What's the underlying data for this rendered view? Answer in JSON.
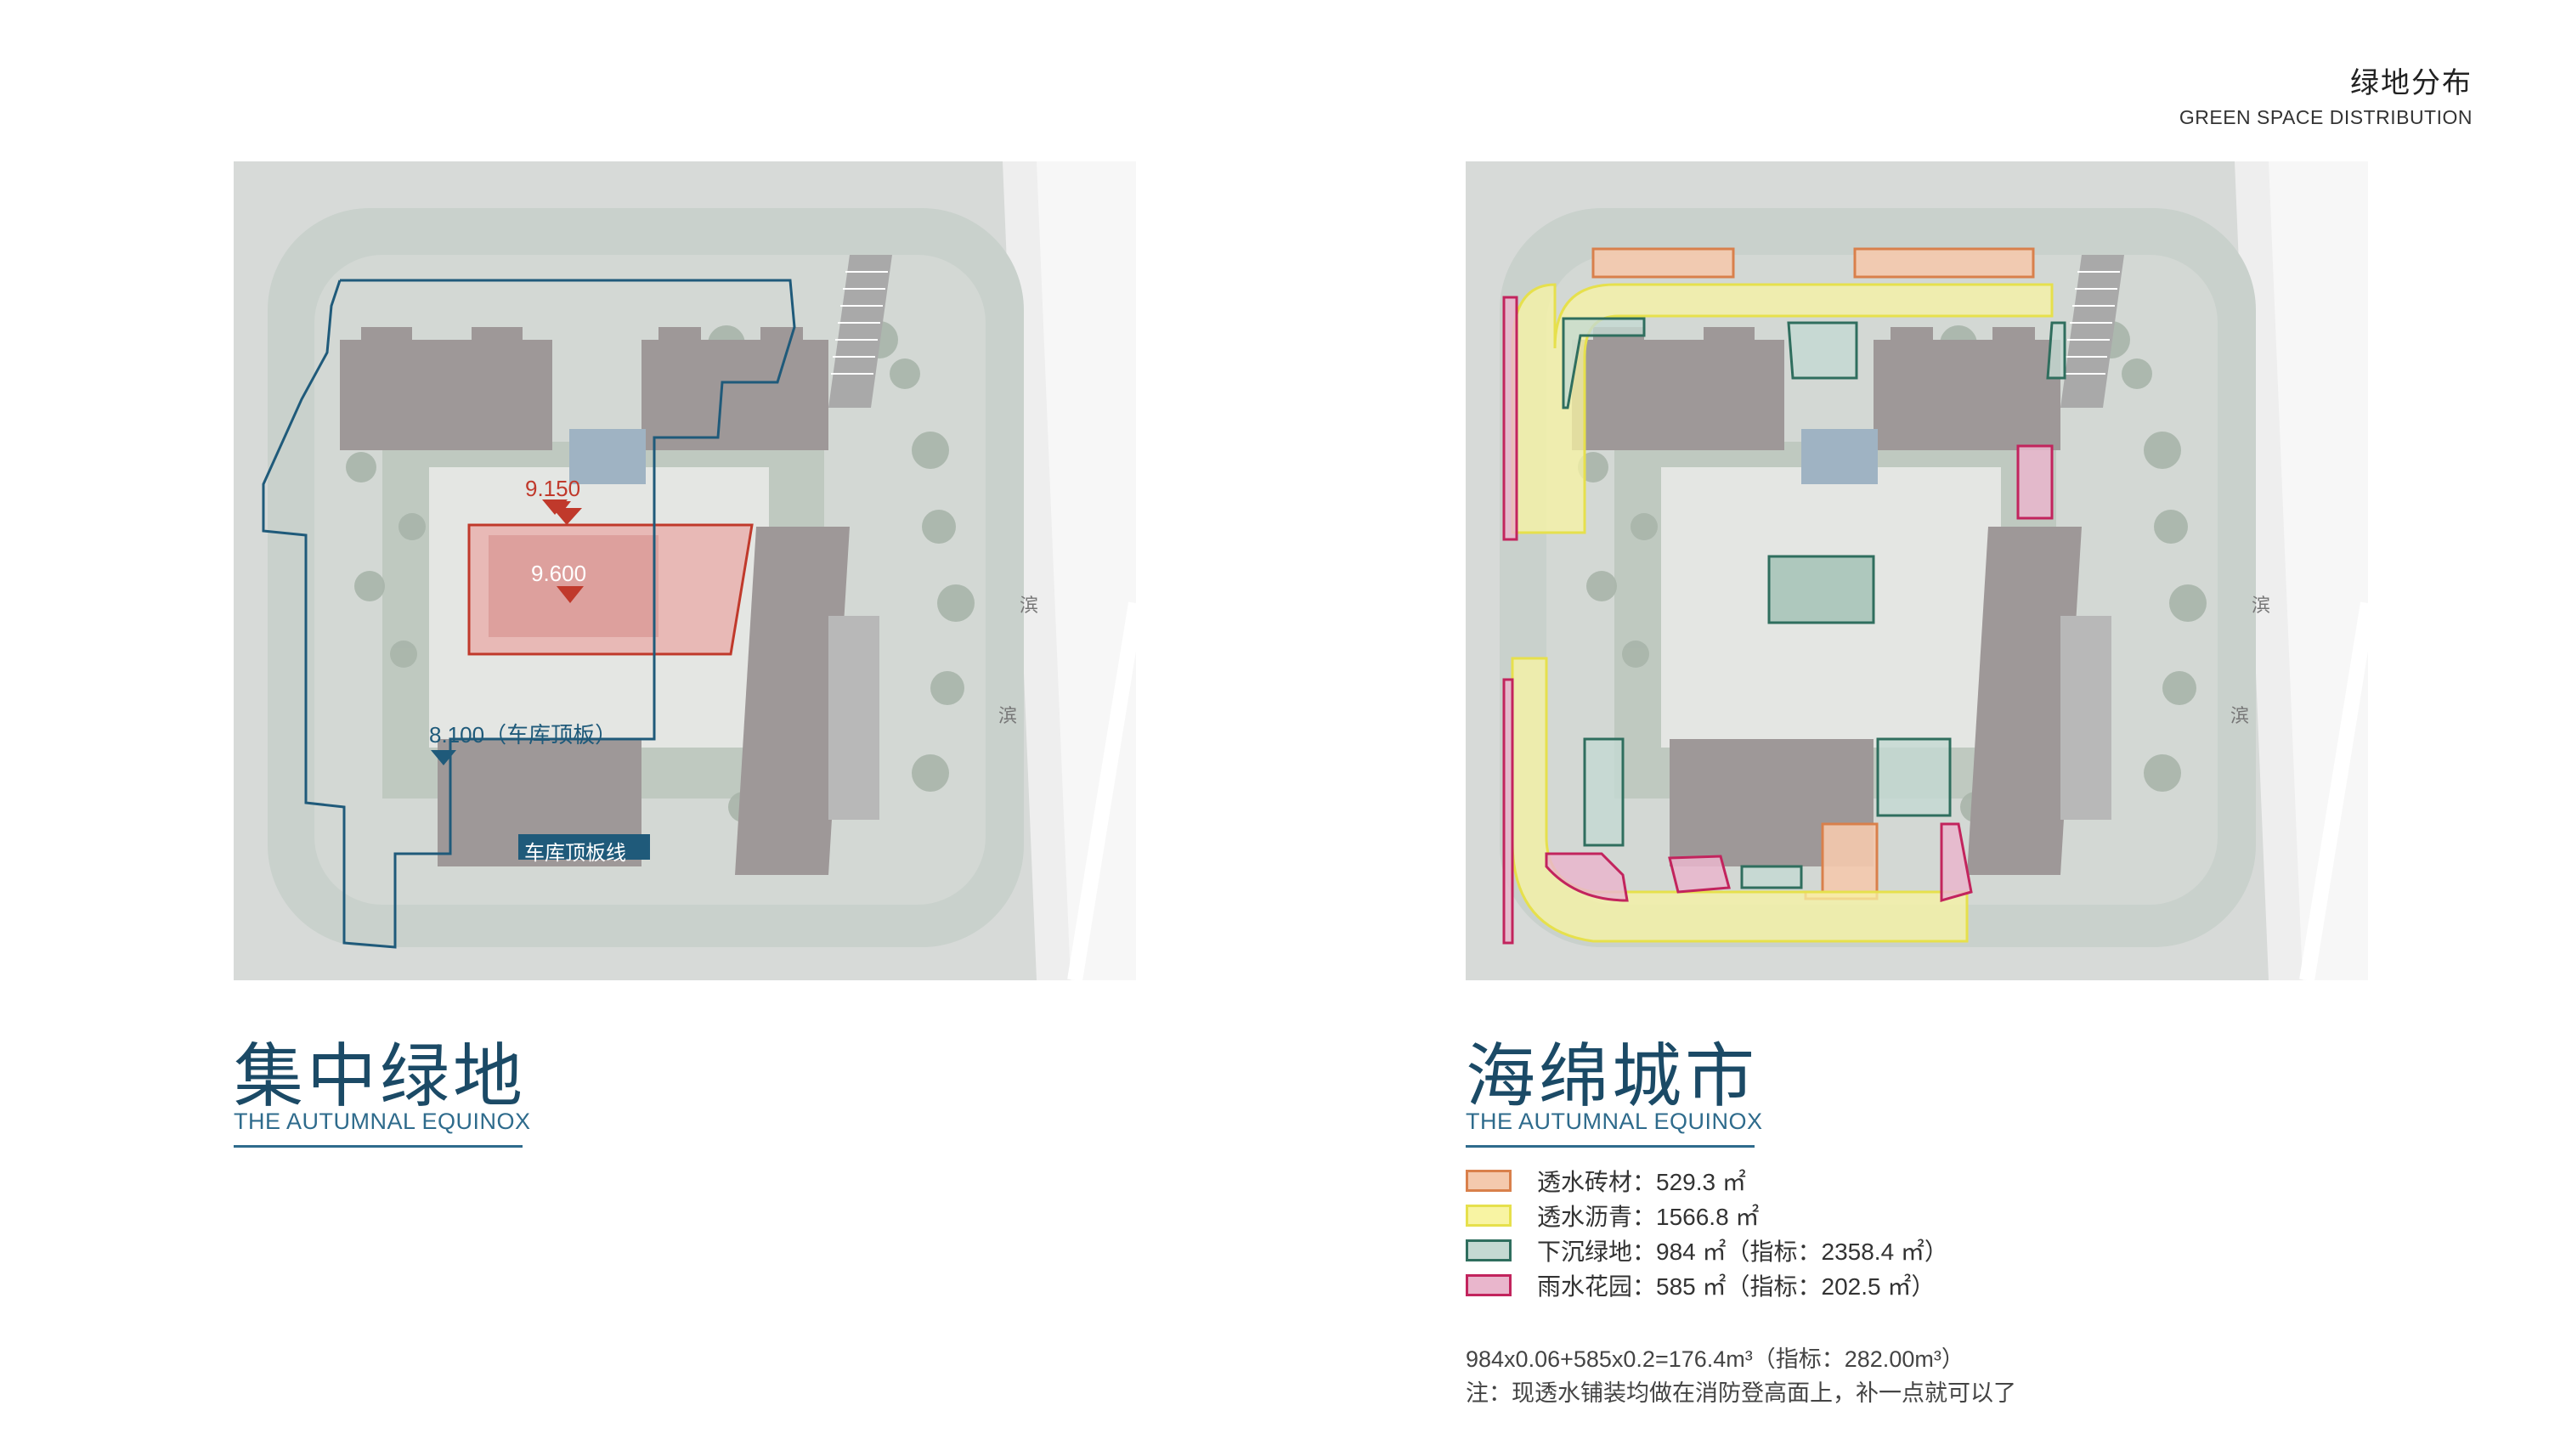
{
  "header": {
    "title_cn": "绿地分布",
    "title_en": "GREEN SPACE DISTRIBUTION"
  },
  "left_panel": {
    "title_cn": "集中绿地",
    "title_en": "THE AUTUMNAL EQUINOX",
    "elevation_1": "9.150",
    "elevation_2": "9.600",
    "elevation_3": "8.100（车库顶板）",
    "garage_line_label": "车库顶板线",
    "road_char": "滨"
  },
  "right_panel": {
    "title_cn": "海绵城市",
    "title_en": "THE AUTUMNAL EQUINOX",
    "road_char": "滨",
    "legend": [
      {
        "label": "透水砖材：529.3 ㎡",
        "fill": "#f4c9ad",
        "stroke": "#d9804b"
      },
      {
        "label": "透水沥青：1566.8 ㎡",
        "fill": "#f8f4a3",
        "stroke": "#e6e04c"
      },
      {
        "label": "下沉绿地：984 ㎡（指标：2358.4 ㎡）",
        "fill": "#c4d9d2",
        "stroke": "#2f6e5e"
      },
      {
        "label": "雨水花园：585 ㎡（指标：202.5 ㎡）",
        "fill": "#e9b6cc",
        "stroke": "#c2245d"
      }
    ],
    "formula": "984x0.06+585x0.2=176.4m³（指标：282.00m³）",
    "note": "注：现透水铺装均做在消防登高面上，补一点就可以了"
  },
  "colors": {
    "title_blue": "#1b4a66",
    "accent_blue": "#2e6b8c",
    "garage_line": "#1f5a7a",
    "red_zone": "#c0392b"
  }
}
